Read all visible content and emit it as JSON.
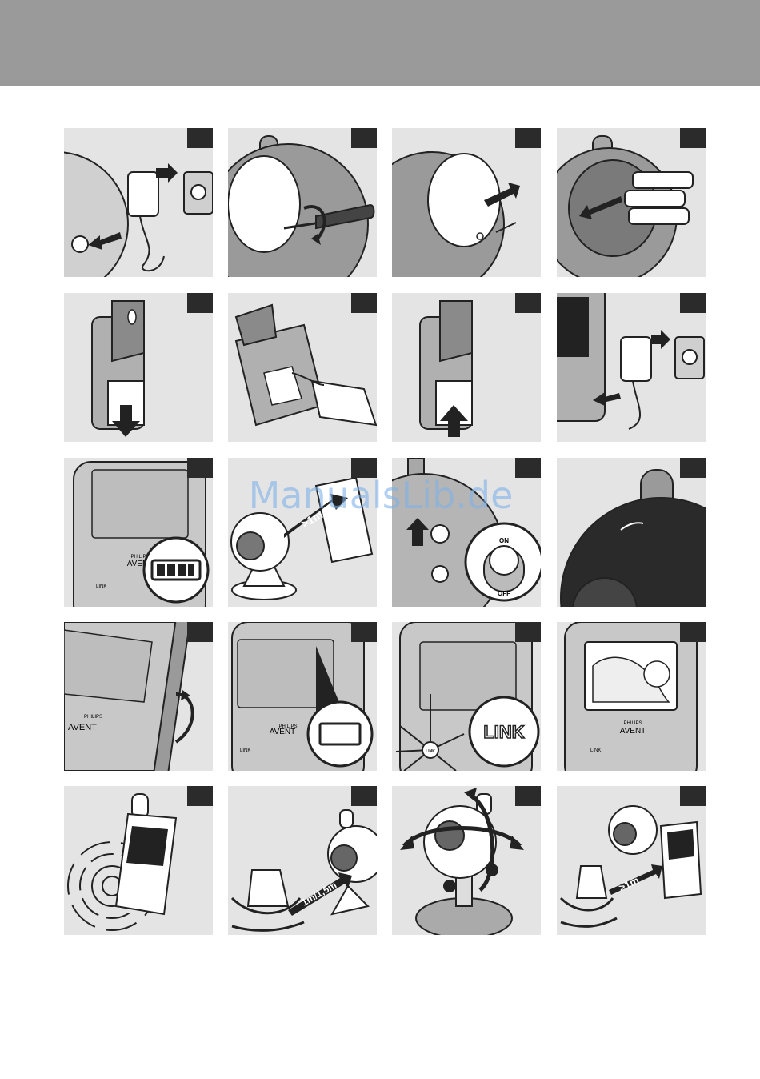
{
  "watermark": "ManualsLib.de",
  "panels": [
    {
      "id": "p1",
      "texts": []
    },
    {
      "id": "p2",
      "texts": []
    },
    {
      "id": "p3",
      "texts": []
    },
    {
      "id": "p4",
      "texts": []
    },
    {
      "id": "p5",
      "texts": []
    },
    {
      "id": "p6",
      "texts": []
    },
    {
      "id": "p7",
      "texts": []
    },
    {
      "id": "p8",
      "texts": []
    },
    {
      "id": "p9",
      "brand_top": "PHILIPS",
      "brand": "AVENT",
      "link": "LINK"
    },
    {
      "id": "p10",
      "distance": ">1m"
    },
    {
      "id": "p11",
      "on": "ON",
      "off": "OFF"
    },
    {
      "id": "p12",
      "texts": []
    },
    {
      "id": "p13",
      "brand_top": "PHILIPS",
      "brand": "AVENT"
    },
    {
      "id": "p14",
      "brand_top": "PHILIPS",
      "brand": "AVENT",
      "link": "LINK"
    },
    {
      "id": "p15",
      "link_big": "LINK",
      "link_small": "LINK"
    },
    {
      "id": "p16",
      "brand_top": "PHILIPS",
      "brand": "AVENT",
      "link": "LINK"
    },
    {
      "id": "p17",
      "texts": []
    },
    {
      "id": "p18",
      "distance": "1m/1,5m"
    },
    {
      "id": "p19",
      "texts": []
    },
    {
      "id": "p20",
      "distance": ">1m"
    }
  ]
}
